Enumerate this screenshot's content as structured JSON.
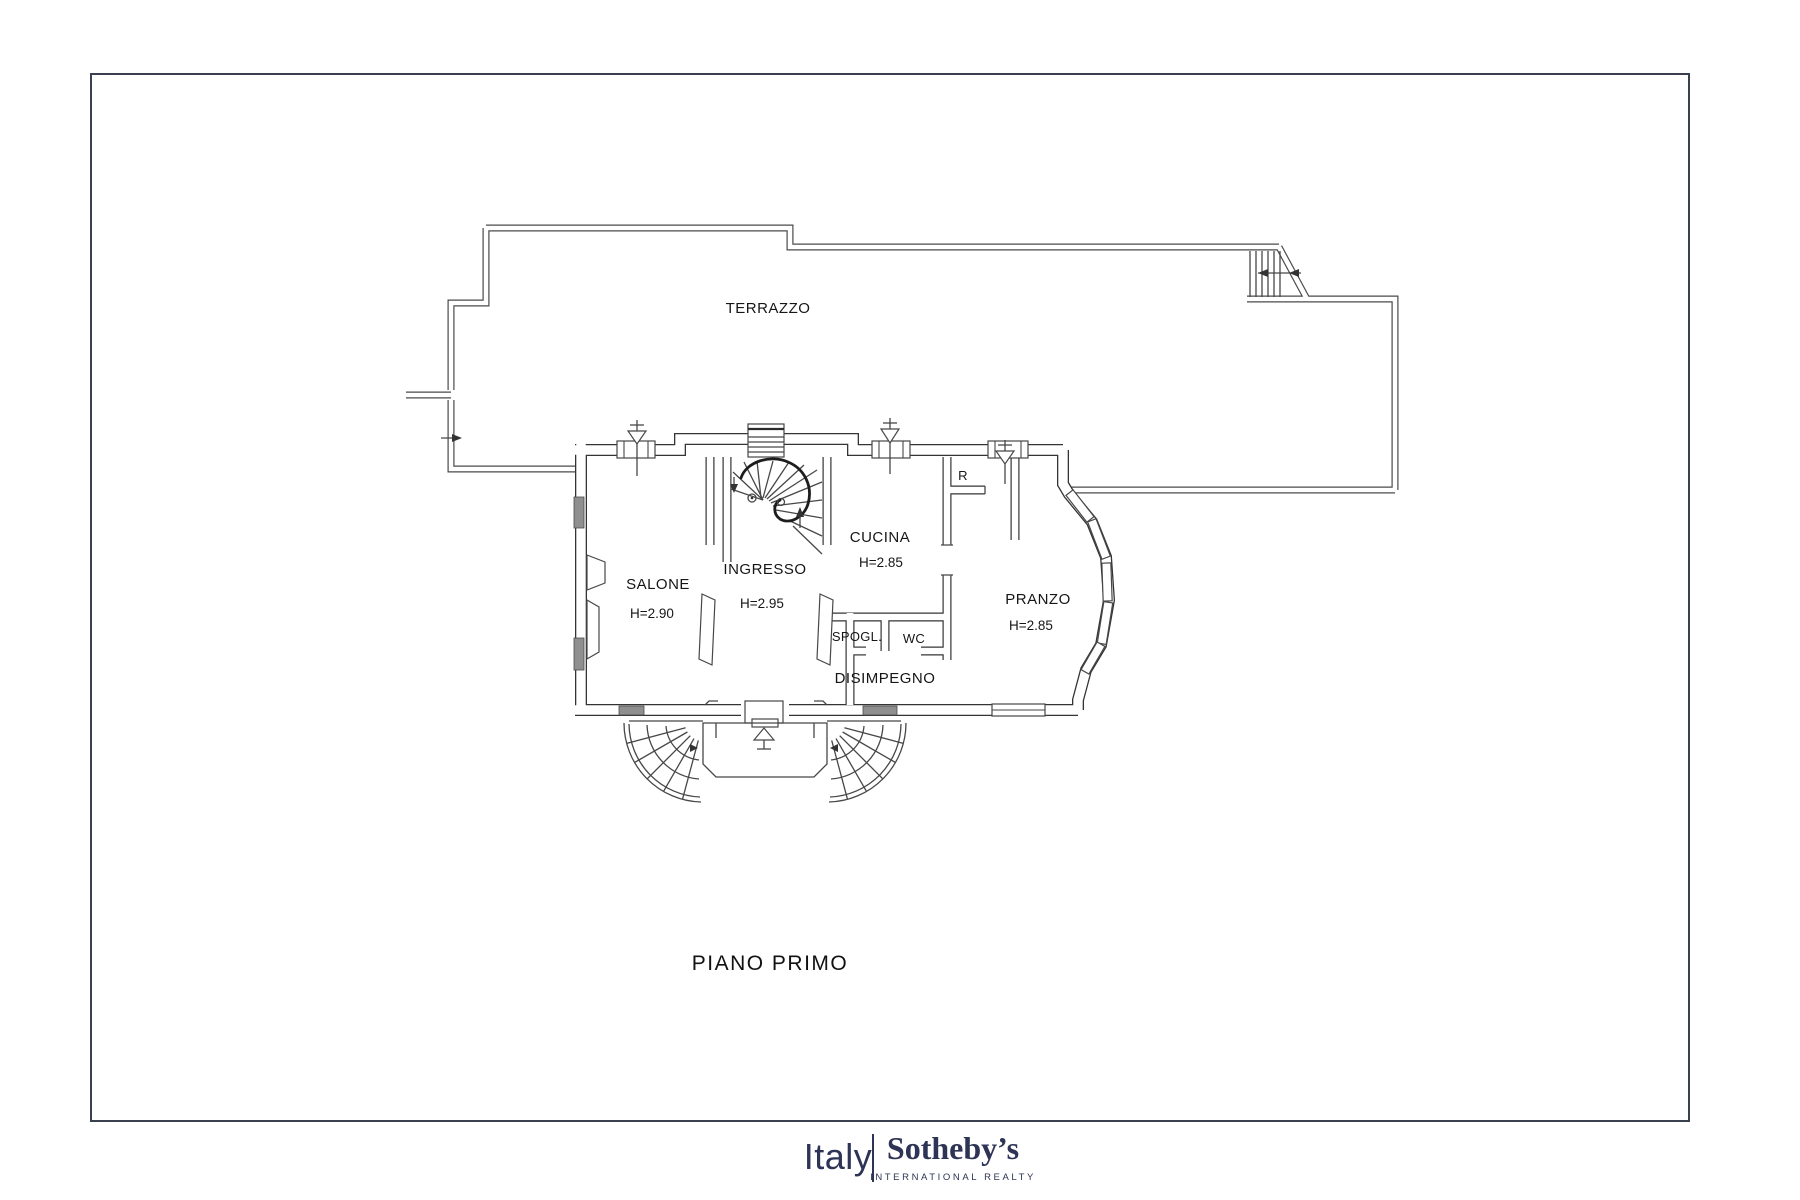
{
  "plan": {
    "title": "PIANO PRIMO",
    "rooms": {
      "terrazzo": {
        "label": "TERRAZZO"
      },
      "salone": {
        "label": "SALONE",
        "height": "H=2.90"
      },
      "ingresso": {
        "label": "INGRESSO",
        "height": "H=2.95"
      },
      "cucina": {
        "label": "CUCINA",
        "height": "H=2.85"
      },
      "pranzo": {
        "label": "PRANZO",
        "height": "H=2.85"
      },
      "spogliatoio": {
        "label": "SPOGL."
      },
      "wc": {
        "label": "WC"
      },
      "disimpegno": {
        "label": "DISIMPEGNO"
      },
      "ripostiglio": {
        "label": "R"
      }
    }
  },
  "footer": {
    "country": "Italy",
    "brand": "Sotheby’s",
    "tagline": "INTERNATIONAL REALTY"
  },
  "colors": {
    "brand_navy": "#2d3455",
    "drawing_line": "#474747",
    "wall_line": "#343434",
    "sill_gray": "#8f8f8f",
    "frame": "#3a4050"
  }
}
